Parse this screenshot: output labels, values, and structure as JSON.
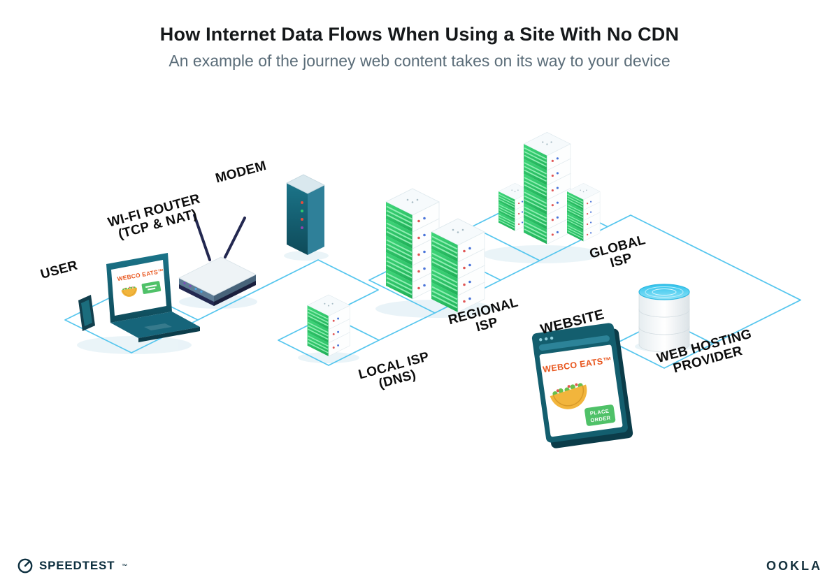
{
  "header": {
    "title": "How Internet Data Flows When Using a Site With No CDN",
    "subtitle": "An example of the journey web content takes on its way to your device"
  },
  "labels": {
    "user": "USER",
    "router1": "WI-FI ROUTER",
    "router2": "(TCP & NAT)",
    "modem": "MODEM",
    "local1": "LOCAL ISP",
    "local2": "(DNS)",
    "regional1": "REGIONAL",
    "regional2": "ISP",
    "global1": "GLOBAL",
    "global2": "ISP",
    "website": "WEBSITE",
    "hosting1": "WEB HOSTING",
    "hosting2": "PROVIDER"
  },
  "website_window": {
    "brand": "WEBCO EATS™",
    "order1": "PLACE",
    "order2": "ORDER"
  },
  "laptop_screen": {
    "brand": "WEBCO EATS™"
  },
  "footer": {
    "speedtest": "SPEEDTEST",
    "trademark": "™",
    "ookla": "OOKLA"
  },
  "colors": {
    "line_blue": "#56c6ee",
    "teal_dark": "#135e6e",
    "server_green": "#2ec96a",
    "brand_orange": "#e8571f",
    "button_green": "#4fc168"
  }
}
